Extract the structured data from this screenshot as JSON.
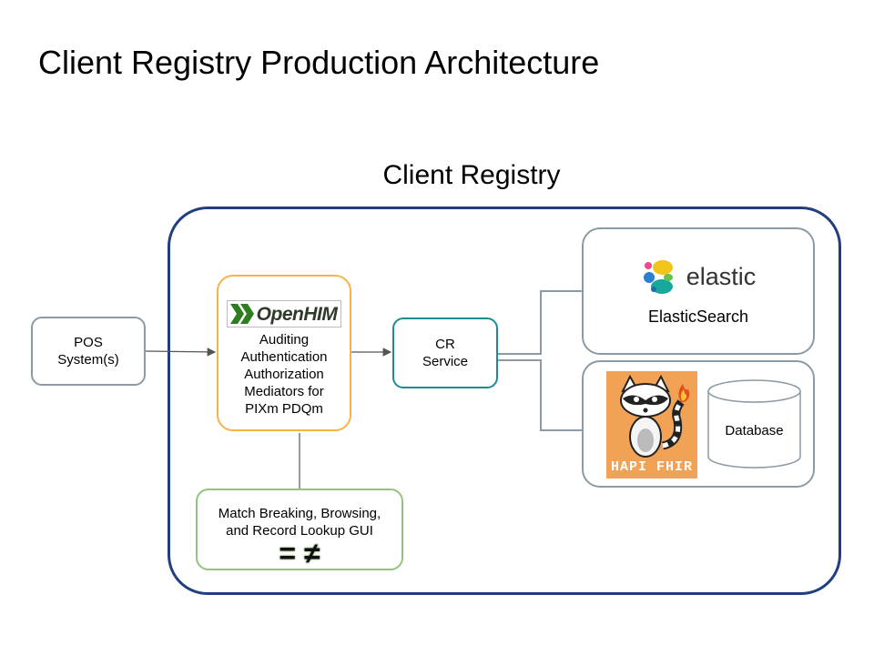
{
  "page": {
    "title": "Client Registry Production Architecture"
  },
  "registry": {
    "title": "Client Registry"
  },
  "pos": {
    "line1": "POS",
    "line2": "System(s)"
  },
  "openhim": {
    "logo_text": "OpenHIM",
    "lines": [
      "Auditing",
      "Authentication",
      "Authorization",
      "Mediators for",
      "PIXm PDQm"
    ]
  },
  "cr_service": {
    "line1": "CR",
    "line2": "Service"
  },
  "elastic": {
    "logo_text": "elastic",
    "label": "ElasticSearch"
  },
  "fhir": {
    "logo_text": "HAPI FHIR",
    "database_label": "Database"
  },
  "match_gui": {
    "line1": "Match Breaking, Browsing,",
    "line2": "and Record Lookup GUI",
    "symbols": "= ≠"
  },
  "colors": {
    "outer_border": "#213e7e",
    "openhim_border": "#f7b24a",
    "cr_border": "#1b8c93",
    "match_border": "#93c47d",
    "gray_border": "#8d9aa3",
    "hapi_bg": "#f2a254"
  }
}
